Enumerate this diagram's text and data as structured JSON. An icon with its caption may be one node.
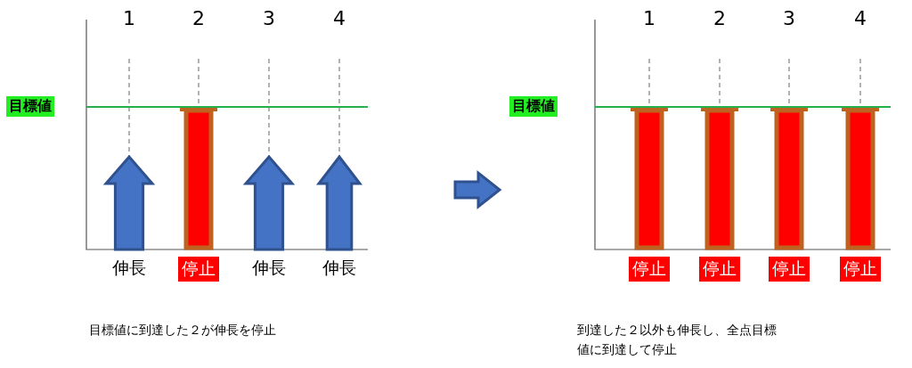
{
  "diagram": {
    "nodes": [
      {
        "text": [
          "目標値"
        ]
      },
      {
        "text": [
          "停止"
        ]
      },
      {
        "text": [
          "目標値"
        ]
      },
      {
        "text": [
          "停止"
        ]
      },
      {
        "text": [
          "停止"
        ]
      },
      {
        "text": [
          "停止"
        ]
      },
      {
        "text": [
          "停止"
        ]
      }
    ],
    "labels": [
      "1",
      "2",
      "3",
      "4",
      "伸長",
      "伸長",
      "伸長",
      "目標値に到達した２が伸長を停止",
      "1",
      "2",
      "3",
      "4",
      "到達した２以外も伸長し、全点目標値に到達して停止"
    ]
  }
}
